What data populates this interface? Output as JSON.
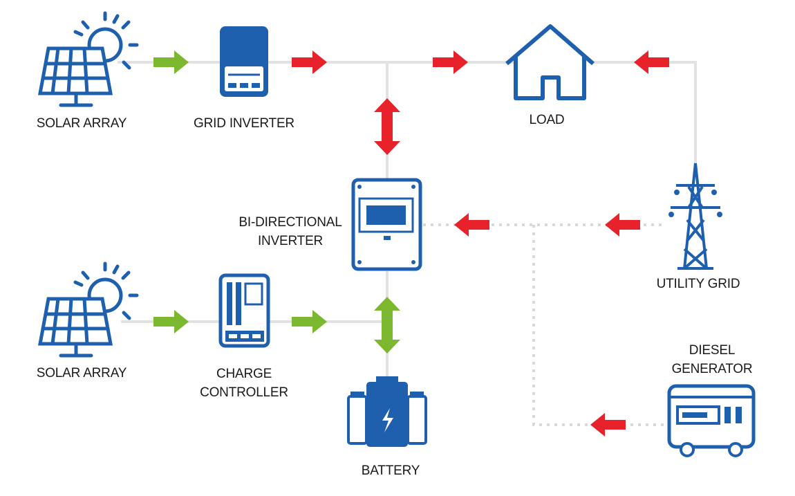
{
  "colors": {
    "icon_blue": "#1e5fae",
    "arrow_red": "#e8222a",
    "arrow_green": "#7cb82f",
    "line_gray": "#e2e2e2",
    "label_text": "#1a1a1a"
  },
  "nodes": {
    "solar_array_top": {
      "label": "SOLAR ARRAY",
      "icon": "solar-panel-icon"
    },
    "grid_inverter": {
      "label": "GRID INVERTER",
      "icon": "grid-inverter-icon"
    },
    "load": {
      "label": "LOAD",
      "icon": "house-icon"
    },
    "bidirectional_inverter": {
      "label_line1": "BI-DIRECTIONAL",
      "label_line2": "INVERTER",
      "icon": "bidirectional-inverter-icon"
    },
    "utility_grid": {
      "label": "UTILITY GRID",
      "icon": "transmission-tower-icon"
    },
    "solar_array_bottom": {
      "label": "SOLAR ARRAY",
      "icon": "solar-panel-icon"
    },
    "charge_controller": {
      "label_line1": "CHARGE",
      "label_line2": "CONTROLLER",
      "icon": "charge-controller-icon"
    },
    "battery": {
      "label": "BATTERY",
      "icon": "battery-icon"
    },
    "diesel_generator": {
      "label_line1": "DIESEL",
      "label_line2": "GENERATOR",
      "icon": "generator-icon"
    }
  },
  "connections": [
    {
      "from": "solar_array_top",
      "to": "grid_inverter",
      "color": "green",
      "direction": "forward"
    },
    {
      "from": "grid_inverter",
      "to": "bus",
      "color": "red",
      "direction": "forward"
    },
    {
      "from": "bus",
      "to": "load",
      "color": "red",
      "direction": "forward"
    },
    {
      "from": "utility_grid",
      "to": "load",
      "color": "red",
      "direction": "forward"
    },
    {
      "from": "bus",
      "to": "bidirectional_inverter",
      "color": "red",
      "direction": "both"
    },
    {
      "from": "utility_grid",
      "to": "bidirectional_inverter",
      "color": "red",
      "direction": "forward",
      "line": "dotted"
    },
    {
      "from": "solar_array_bottom",
      "to": "charge_controller",
      "color": "green",
      "direction": "forward"
    },
    {
      "from": "charge_controller",
      "to": "battery_bus",
      "color": "green",
      "direction": "forward"
    },
    {
      "from": "bidirectional_inverter",
      "to": "battery",
      "color": "green",
      "direction": "both"
    },
    {
      "from": "diesel_generator",
      "to": "bidirectional_inverter",
      "color": "red",
      "direction": "forward",
      "line": "dotted"
    }
  ]
}
